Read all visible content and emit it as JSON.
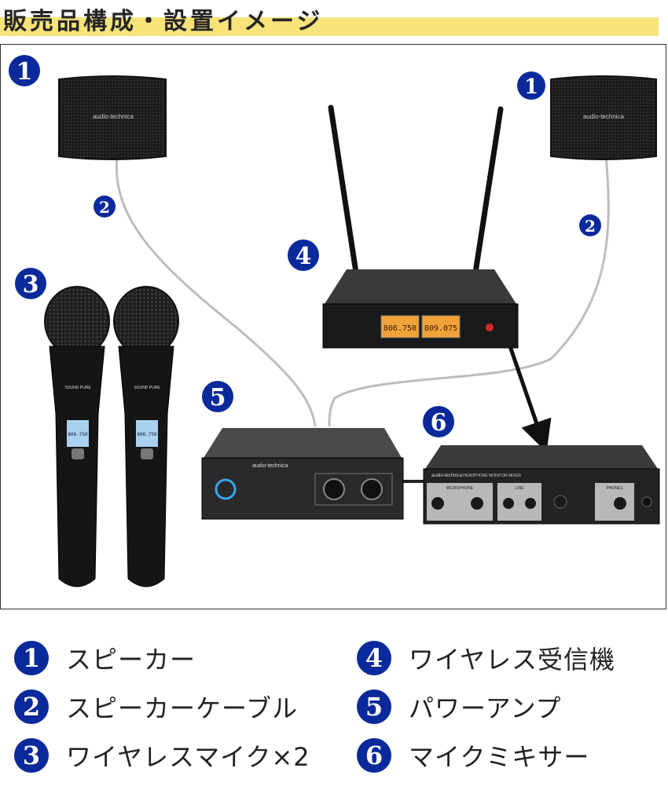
{
  "title": "販売品構成・設置イメージ",
  "colors": {
    "badge": "#0a2a9c",
    "highlight": "#f6e37a",
    "cable": "#bdbdbd",
    "arrow": "#111111"
  },
  "badges": [
    "1",
    "2",
    "3",
    "4",
    "5",
    "6"
  ],
  "device_labels": {
    "speaker_brand": "audio-technica",
    "receiver_left_display": "806.750",
    "receiver_right_display": "809.075",
    "mic_display": "806.750",
    "mic_brand": "SOUND PURE",
    "amp_brand": "audio-technica",
    "mixer_brand": "audio-technica",
    "mixer_model": "HEADPHONE MONITOR MIXER",
    "mixer_sections": [
      "MICROPHONE",
      "LINE",
      "PHONES"
    ]
  },
  "legend": [
    {
      "num": "1",
      "label": "スピーカー"
    },
    {
      "num": "2",
      "label": "スピーカーケーブル"
    },
    {
      "num": "3",
      "label": "ワイヤレスマイク×2"
    },
    {
      "num": "4",
      "label": "ワイヤレス受信機"
    },
    {
      "num": "5",
      "label": "パワーアンプ"
    },
    {
      "num": "6",
      "label": "マイクミキサー"
    }
  ]
}
